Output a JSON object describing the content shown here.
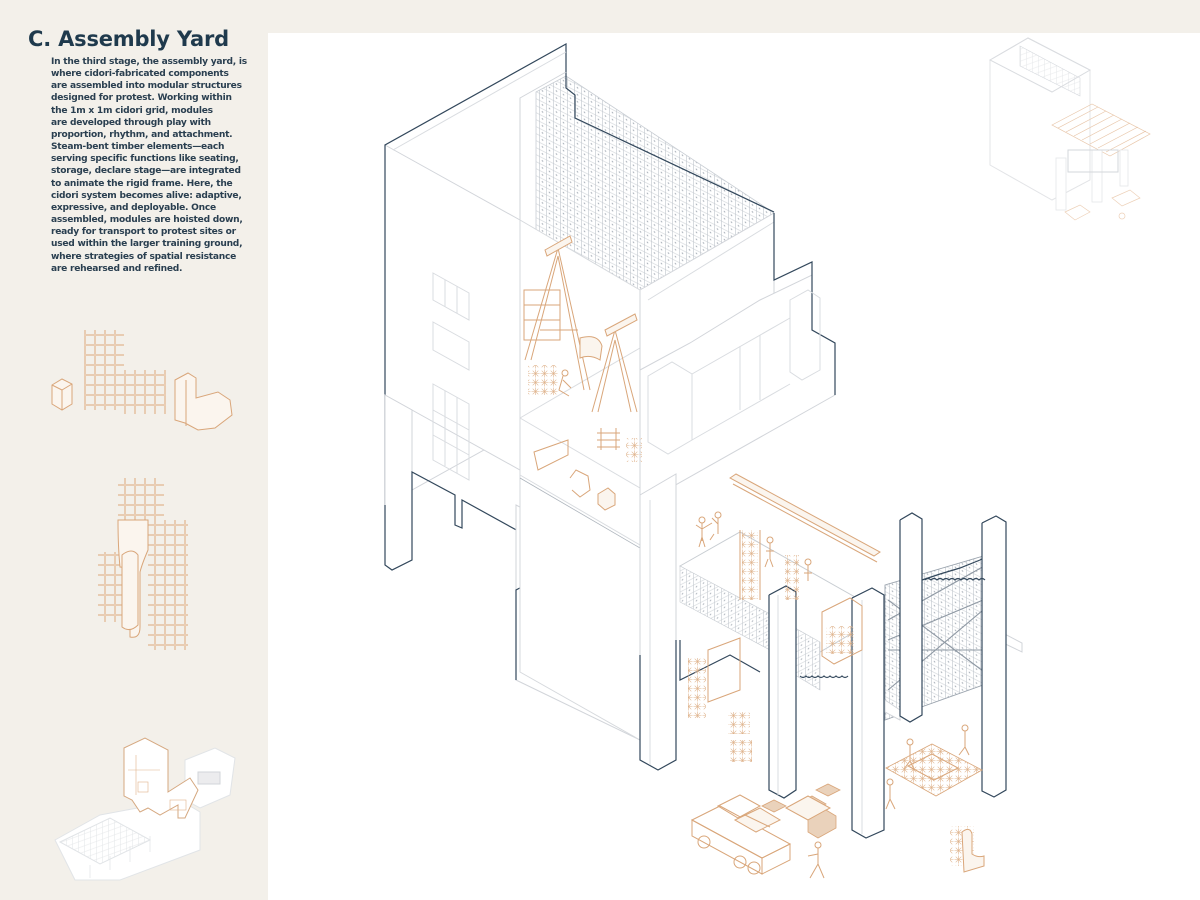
{
  "panel": {
    "section_label": "C.",
    "title": "C. Assembly Yard",
    "description_lines": [
      "In the third stage, the assembly yard, is",
      "where cidori-fabricated components",
      "are assembled into modular structures",
      "designed for protest. Working within",
      "the 1m x 1m cidori grid, modules",
      "are developed through play with",
      "proportion, rhythm, and attachment.",
      "Steam-bent timber elements—each",
      "serving specific functions like seating,",
      "storage, declare stage—are integrated",
      "to animate the rigid frame. Here, the",
      "cidori system becomes alive: adaptive,",
      "expressive, and deployable. Once",
      "assembled, modules are hoisted down,",
      "ready for transport to protest sites or",
      "used within the larger training ground,",
      "where strategies of spatial resistance",
      "are rehearsed and refined."
    ]
  },
  "figures": {
    "module_components": "cidori-grid-module-with-block-and-seat",
    "module_tower": "cidori-grid-tower-with-bent-timber-bench",
    "site_context": "site-axonometric-with-assembly-yard-highlighted",
    "main_axonometric": "assembly-yard-exploded-axonometric",
    "key_plan": "overall-building-key-plan"
  },
  "colors": {
    "background": "#f3f0ea",
    "sheet": "#ffffff",
    "title": "#1f3a4d",
    "text": "#2a3f50",
    "timber": "#d9a67a",
    "outline_dark": "#33485c",
    "outline_light": "#d9dce0",
    "cidori_grid": "#aeb5bd"
  }
}
